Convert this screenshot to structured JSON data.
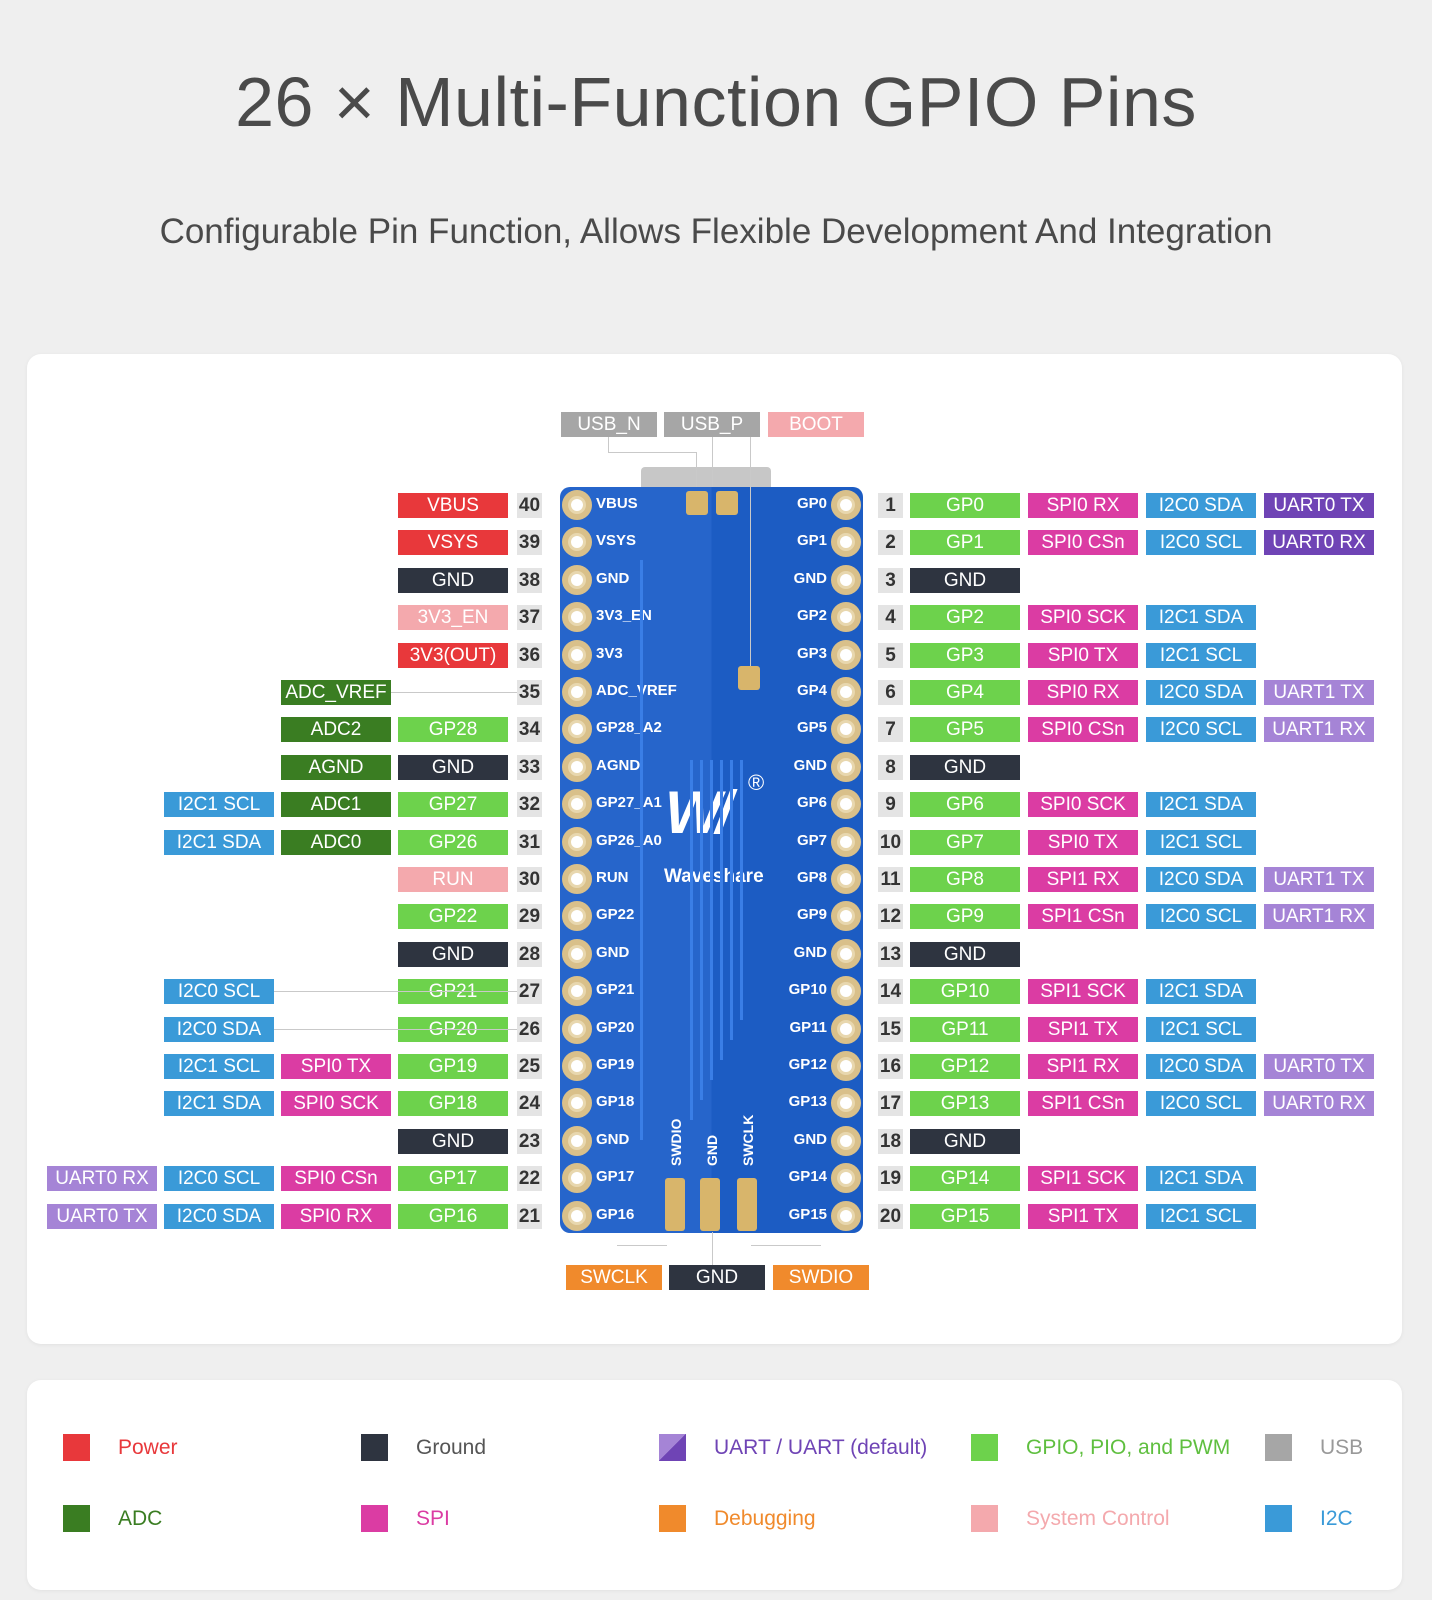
{
  "title": "26 × Multi-Function GPIO Pins",
  "subtitle": "Configurable Pin Function, Allows Flexible Development And Integration",
  "colors": {
    "power": "#e8383b",
    "ground": "#2e3440",
    "uart": "#6f44b5",
    "uart_light": "#a584d6",
    "gpio": "#6dd24c",
    "usb": "#a6a6a6",
    "adc": "#3a7d22",
    "spi": "#db3ca3",
    "debug": "#f08a2c",
    "system": "#f4a9ad",
    "i2c": "#3a9ad8"
  },
  "top_labels": [
    {
      "text": "USB_N",
      "color": "usb"
    },
    {
      "text": "USB_P",
      "color": "usb"
    },
    {
      "text": "BOOT",
      "color": "system"
    }
  ],
  "bottom_labels": [
    {
      "text": "SWCLK",
      "color": "debug"
    },
    {
      "text": "GND",
      "color": "ground"
    },
    {
      "text": "SWDIO",
      "color": "debug"
    }
  ],
  "left_pins": [
    {
      "num": "40",
      "silk": "VBUS",
      "tags": [
        {
          "text": "VBUS",
          "color": "power"
        }
      ]
    },
    {
      "num": "39",
      "silk": "VSYS",
      "tags": [
        {
          "text": "VSYS",
          "color": "power"
        }
      ]
    },
    {
      "num": "38",
      "silk": "GND",
      "tags": [
        {
          "text": "GND",
          "color": "ground"
        }
      ]
    },
    {
      "num": "37",
      "silk": "3V3_EN",
      "tags": [
        {
          "text": "3V3_EN",
          "color": "system"
        }
      ]
    },
    {
      "num": "36",
      "silk": "3V3",
      "tags": [
        {
          "text": "3V3(OUT)",
          "color": "power"
        }
      ]
    },
    {
      "num": "35",
      "silk": "ADC_VREF",
      "tags": [
        null,
        {
          "text": "ADC_VREF",
          "color": "adc"
        }
      ]
    },
    {
      "num": "34",
      "silk": "GP28_A2",
      "tags": [
        {
          "text": "GP28",
          "color": "gpio"
        },
        {
          "text": "ADC2",
          "color": "adc"
        }
      ]
    },
    {
      "num": "33",
      "silk": "AGND",
      "tags": [
        {
          "text": "GND",
          "color": "ground"
        },
        {
          "text": "AGND",
          "color": "adc"
        }
      ]
    },
    {
      "num": "32",
      "silk": "GP27_A1",
      "tags": [
        {
          "text": "GP27",
          "color": "gpio"
        },
        {
          "text": "ADC1",
          "color": "adc"
        },
        {
          "text": "I2C1 SCL",
          "color": "i2c"
        }
      ]
    },
    {
      "num": "31",
      "silk": "GP26_A0",
      "tags": [
        {
          "text": "GP26",
          "color": "gpio"
        },
        {
          "text": "ADC0",
          "color": "adc"
        },
        {
          "text": "I2C1 SDA",
          "color": "i2c"
        }
      ]
    },
    {
      "num": "30",
      "silk": "RUN",
      "tags": [
        {
          "text": "RUN",
          "color": "system"
        }
      ]
    },
    {
      "num": "29",
      "silk": "GP22",
      "tags": [
        {
          "text": "GP22",
          "color": "gpio"
        }
      ]
    },
    {
      "num": "28",
      "silk": "GND",
      "tags": [
        {
          "text": "GND",
          "color": "ground"
        }
      ]
    },
    {
      "num": "27",
      "silk": "GP21",
      "tags": [
        {
          "text": "GP21",
          "color": "gpio"
        },
        null,
        {
          "text": "I2C0 SCL",
          "color": "i2c"
        }
      ]
    },
    {
      "num": "26",
      "silk": "GP20",
      "tags": [
        {
          "text": "GP20",
          "color": "gpio"
        },
        null,
        {
          "text": "I2C0 SDA",
          "color": "i2c"
        }
      ]
    },
    {
      "num": "25",
      "silk": "GP19",
      "tags": [
        {
          "text": "GP19",
          "color": "gpio"
        },
        {
          "text": "SPI0 TX",
          "color": "spi"
        },
        {
          "text": "I2C1 SCL",
          "color": "i2c"
        }
      ]
    },
    {
      "num": "24",
      "silk": "GP18",
      "tags": [
        {
          "text": "GP18",
          "color": "gpio"
        },
        {
          "text": "SPI0 SCK",
          "color": "spi"
        },
        {
          "text": "I2C1 SDA",
          "color": "i2c"
        }
      ]
    },
    {
      "num": "23",
      "silk": "GND",
      "tags": [
        {
          "text": "GND",
          "color": "ground"
        }
      ]
    },
    {
      "num": "22",
      "silk": "GP17",
      "tags": [
        {
          "text": "GP17",
          "color": "gpio"
        },
        {
          "text": "SPI0 CSn",
          "color": "spi"
        },
        {
          "text": "I2C0 SCL",
          "color": "i2c"
        },
        {
          "text": "UART0 RX",
          "color": "uart_light"
        }
      ]
    },
    {
      "num": "21",
      "silk": "GP16",
      "tags": [
        {
          "text": "GP16",
          "color": "gpio"
        },
        {
          "text": "SPI0 RX",
          "color": "spi"
        },
        {
          "text": "I2C0 SDA",
          "color": "i2c"
        },
        {
          "text": "UART0 TX",
          "color": "uart_light"
        }
      ]
    }
  ],
  "right_pins": [
    {
      "num": "1",
      "silk": "GP0",
      "tags": [
        {
          "text": "GP0",
          "color": "gpio"
        },
        {
          "text": "SPI0 RX",
          "color": "spi"
        },
        {
          "text": "I2C0 SDA",
          "color": "i2c"
        },
        {
          "text": "UART0 TX",
          "color": "uart"
        }
      ]
    },
    {
      "num": "2",
      "silk": "GP1",
      "tags": [
        {
          "text": "GP1",
          "color": "gpio"
        },
        {
          "text": "SPI0 CSn",
          "color": "spi"
        },
        {
          "text": "I2C0 SCL",
          "color": "i2c"
        },
        {
          "text": "UART0 RX",
          "color": "uart"
        }
      ]
    },
    {
      "num": "3",
      "silk": "GND",
      "tags": [
        {
          "text": "GND",
          "color": "ground"
        }
      ]
    },
    {
      "num": "4",
      "silk": "GP2",
      "tags": [
        {
          "text": "GP2",
          "color": "gpio"
        },
        {
          "text": "SPI0 SCK",
          "color": "spi"
        },
        {
          "text": "I2C1 SDA",
          "color": "i2c"
        }
      ]
    },
    {
      "num": "5",
      "silk": "GP3",
      "tags": [
        {
          "text": "GP3",
          "color": "gpio"
        },
        {
          "text": "SPI0 TX",
          "color": "spi"
        },
        {
          "text": "I2C1 SCL",
          "color": "i2c"
        }
      ]
    },
    {
      "num": "6",
      "silk": "GP4",
      "tags": [
        {
          "text": "GP4",
          "color": "gpio"
        },
        {
          "text": "SPI0 RX",
          "color": "spi"
        },
        {
          "text": "I2C0 SDA",
          "color": "i2c"
        },
        {
          "text": "UART1 TX",
          "color": "uart_light"
        }
      ]
    },
    {
      "num": "7",
      "silk": "GP5",
      "tags": [
        {
          "text": "GP5",
          "color": "gpio"
        },
        {
          "text": "SPI0 CSn",
          "color": "spi"
        },
        {
          "text": "I2C0 SCL",
          "color": "i2c"
        },
        {
          "text": "UART1 RX",
          "color": "uart_light"
        }
      ]
    },
    {
      "num": "8",
      "silk": "GND",
      "tags": [
        {
          "text": "GND",
          "color": "ground"
        }
      ]
    },
    {
      "num": "9",
      "silk": "GP6",
      "tags": [
        {
          "text": "GP6",
          "color": "gpio"
        },
        {
          "text": "SPI0 SCK",
          "color": "spi"
        },
        {
          "text": "I2C1 SDA",
          "color": "i2c"
        }
      ]
    },
    {
      "num": "10",
      "silk": "GP7",
      "tags": [
        {
          "text": "GP7",
          "color": "gpio"
        },
        {
          "text": "SPI0 TX",
          "color": "spi"
        },
        {
          "text": "I2C1 SCL",
          "color": "i2c"
        }
      ]
    },
    {
      "num": "11",
      "silk": "GP8",
      "tags": [
        {
          "text": "GP8",
          "color": "gpio"
        },
        {
          "text": "SPI1 RX",
          "color": "spi"
        },
        {
          "text": "I2C0 SDA",
          "color": "i2c"
        },
        {
          "text": "UART1 TX",
          "color": "uart_light"
        }
      ]
    },
    {
      "num": "12",
      "silk": "GP9",
      "tags": [
        {
          "text": "GP9",
          "color": "gpio"
        },
        {
          "text": "SPI1 CSn",
          "color": "spi"
        },
        {
          "text": "I2C0 SCL",
          "color": "i2c"
        },
        {
          "text": "UART1 RX",
          "color": "uart_light"
        }
      ]
    },
    {
      "num": "13",
      "silk": "GND",
      "tags": [
        {
          "text": "GND",
          "color": "ground"
        }
      ]
    },
    {
      "num": "14",
      "silk": "GP10",
      "tags": [
        {
          "text": "GP10",
          "color": "gpio"
        },
        {
          "text": "SPI1 SCK",
          "color": "spi"
        },
        {
          "text": "I2C1 SDA",
          "color": "i2c"
        }
      ]
    },
    {
      "num": "15",
      "silk": "GP11",
      "tags": [
        {
          "text": "GP11",
          "color": "gpio"
        },
        {
          "text": "SPI1 TX",
          "color": "spi"
        },
        {
          "text": "I2C1 SCL",
          "color": "i2c"
        }
      ]
    },
    {
      "num": "16",
      "silk": "GP12",
      "tags": [
        {
          "text": "GP12",
          "color": "gpio"
        },
        {
          "text": "SPI1 RX",
          "color": "spi"
        },
        {
          "text": "I2C0 SDA",
          "color": "i2c"
        },
        {
          "text": "UART0 TX",
          "color": "uart_light"
        }
      ]
    },
    {
      "num": "17",
      "silk": "GP13",
      "tags": [
        {
          "text": "GP13",
          "color": "gpio"
        },
        {
          "text": "SPI1 CSn",
          "color": "spi"
        },
        {
          "text": "I2C0 SCL",
          "color": "i2c"
        },
        {
          "text": "UART0 RX",
          "color": "uart_light"
        }
      ]
    },
    {
      "num": "18",
      "silk": "GND",
      "tags": [
        {
          "text": "GND",
          "color": "ground"
        }
      ]
    },
    {
      "num": "19",
      "silk": "GP14",
      "tags": [
        {
          "text": "GP14",
          "color": "gpio"
        },
        {
          "text": "SPI1 SCK",
          "color": "spi"
        },
        {
          "text": "I2C1 SDA",
          "color": "i2c"
        }
      ]
    },
    {
      "num": "20",
      "silk": "GP15",
      "tags": [
        {
          "text": "GP15",
          "color": "gpio"
        },
        {
          "text": "SPI1 TX",
          "color": "spi"
        },
        {
          "text": "I2C1 SCL",
          "color": "i2c"
        }
      ]
    }
  ],
  "board": {
    "logo": "Waveshare",
    "debug_silk": [
      "SWDIO",
      "GND",
      "SWCLK"
    ]
  },
  "legend": [
    {
      "label": "Power",
      "color": "power",
      "text_color": "#e8383b"
    },
    {
      "label": "Ground",
      "color": "ground",
      "text_color": "#555555"
    },
    {
      "label": "UART / UART (default)",
      "color": "uart",
      "text_color": "#6f44b5",
      "swatch": "split"
    },
    {
      "label": "GPIO, PIO, and PWM",
      "color": "gpio",
      "text_color": "#5fbf3f"
    },
    {
      "label": "USB",
      "color": "usb",
      "text_color": "#999999"
    },
    {
      "label": "ADC",
      "color": "adc",
      "text_color": "#3a7d22"
    },
    {
      "label": "SPI",
      "color": "spi",
      "text_color": "#db3ca3"
    },
    {
      "label": "Debugging",
      "color": "debug",
      "text_color": "#f08a2c"
    },
    {
      "label": "System Control",
      "color": "system",
      "text_color": "#f4a9ad"
    },
    {
      "label": "I2C",
      "color": "i2c",
      "text_color": "#3a9ad8"
    }
  ]
}
